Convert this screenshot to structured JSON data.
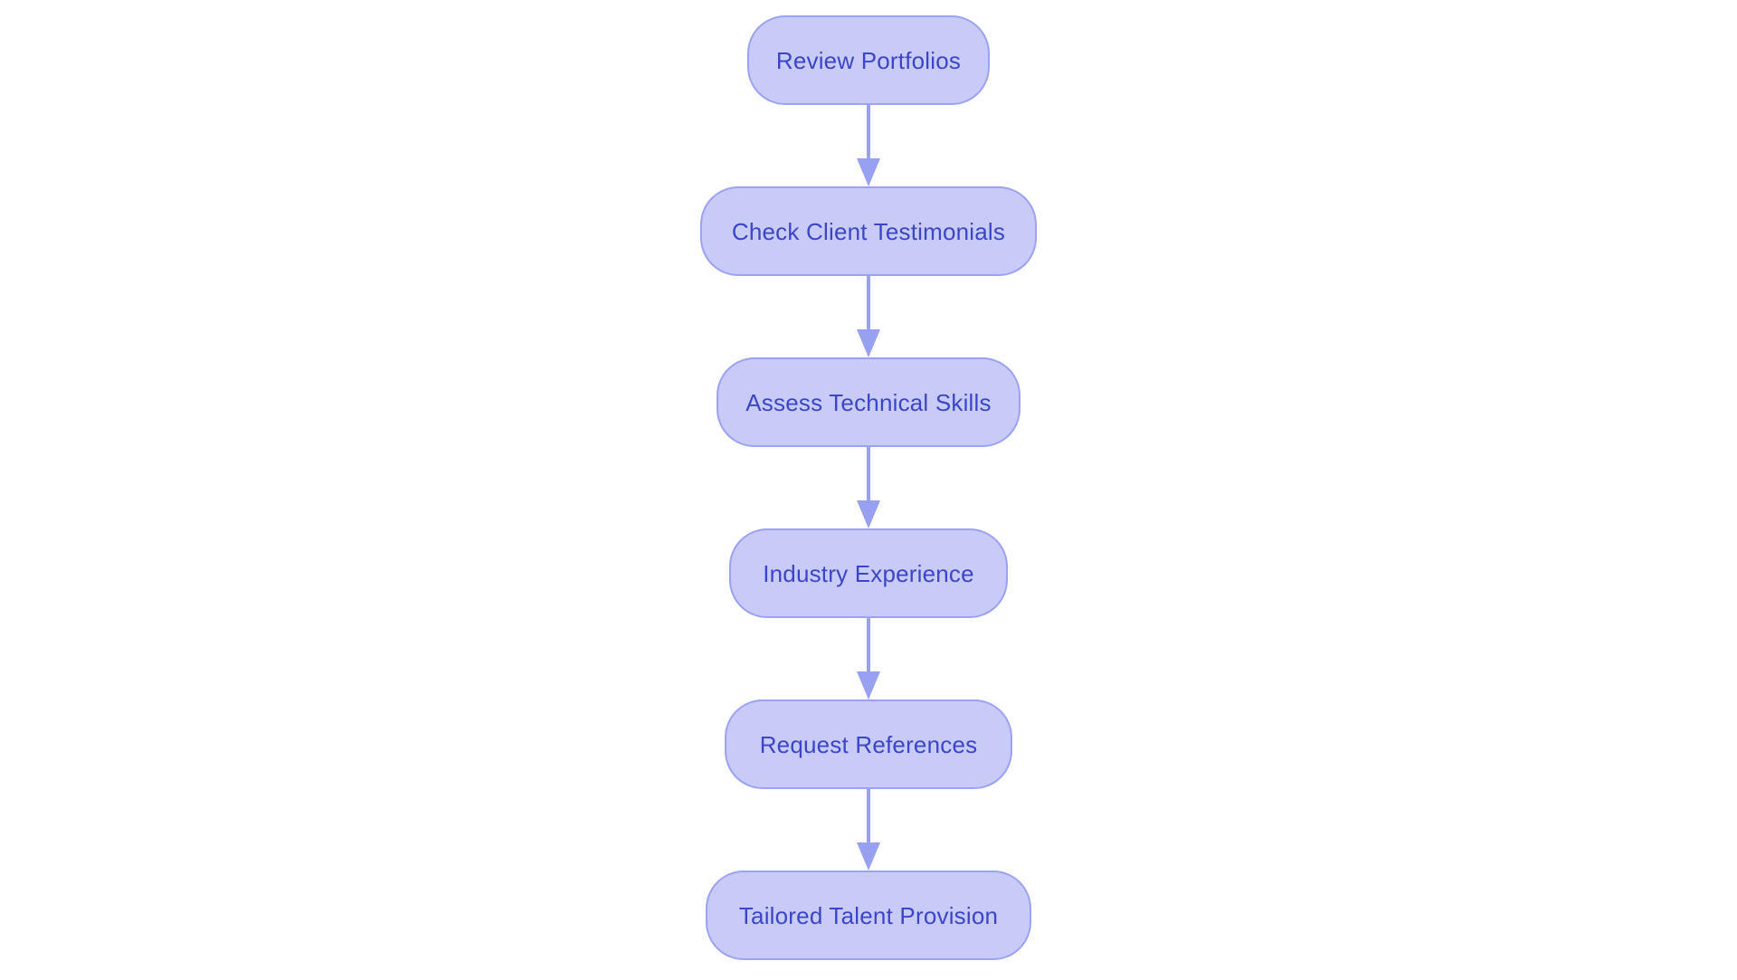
{
  "flowchart": {
    "type": "vertical-flowchart",
    "background": "#ffffff",
    "node_fill": "#c8cbf7",
    "node_border": "#9ba2f2",
    "node_text_color": "#3b45c7",
    "arrow_color": "#98a0f2",
    "nodes": [
      {
        "id": "review-portfolios",
        "label": "Review Portfolios"
      },
      {
        "id": "check-client-testimonials",
        "label": "Check Client Testimonials"
      },
      {
        "id": "assess-technical-skills",
        "label": "Assess Technical Skills"
      },
      {
        "id": "industry-experience",
        "label": "Industry Experience"
      },
      {
        "id": "request-references",
        "label": "Request References"
      },
      {
        "id": "tailored-talent-provision",
        "label": "Tailored Talent Provision"
      }
    ],
    "edges": [
      {
        "from": "review-portfolios",
        "to": "check-client-testimonials"
      },
      {
        "from": "check-client-testimonials",
        "to": "assess-technical-skills"
      },
      {
        "from": "assess-technical-skills",
        "to": "industry-experience"
      },
      {
        "from": "industry-experience",
        "to": "request-references"
      },
      {
        "from": "request-references",
        "to": "tailored-talent-provision"
      }
    ]
  }
}
